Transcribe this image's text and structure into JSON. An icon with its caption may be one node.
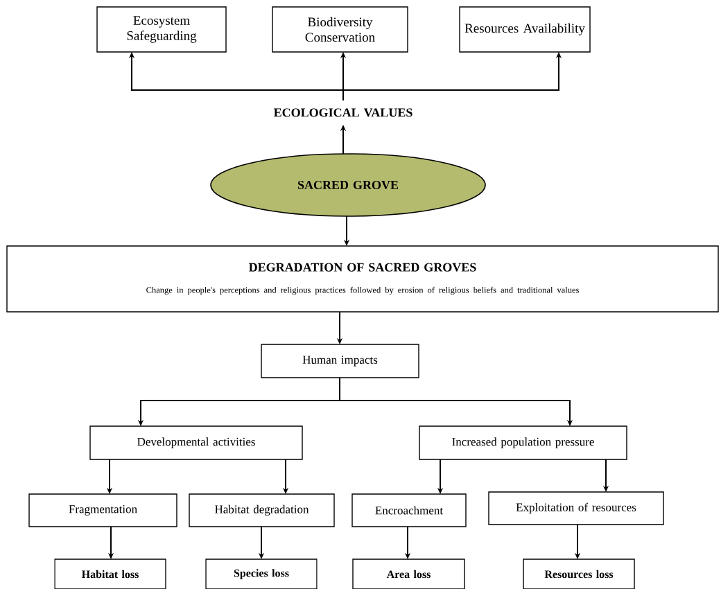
{
  "diagram": {
    "nodes": [
      {
        "text": [
          "Ecosystem Safeguarding"
        ]
      },
      {
        "text": [
          "Biodiversity Conservation"
        ]
      },
      {
        "text": [
          "Resources Availability"
        ]
      },
      {
        "text": [
          "ECOLOGICAL VALUES"
        ]
      },
      {
        "text": [
          "SACRED GROVE"
        ]
      },
      {
        "text": [
          "DEGRADATION OF SACRED GROVES",
          "Change in people's perceptions and religious practices followed by erosion of religious beliefs and traditional values"
        ]
      },
      {
        "text": [
          "Human impacts"
        ]
      },
      {
        "text": [
          "Developmental activities"
        ]
      },
      {
        "text": [
          "Increased population pressure"
        ]
      },
      {
        "text": [
          "Fragmentation"
        ]
      },
      {
        "text": [
          "Habitat degradation"
        ]
      },
      {
        "text": [
          "Encroachment"
        ]
      },
      {
        "text": [
          "Exploitation of resources"
        ]
      },
      {
        "text": [
          "Habitat loss"
        ]
      },
      {
        "text": [
          "Species loss"
        ]
      },
      {
        "text": [
          "Area loss"
        ]
      },
      {
        "text": [
          "Resources loss"
        ]
      }
    ],
    "edges": [
      {
        "from": 3,
        "to": 0,
        "arrow": "to"
      },
      {
        "from": 3,
        "to": 1,
        "arrow": "to"
      },
      {
        "from": 3,
        "to": 2,
        "arrow": "to"
      },
      {
        "from": 4,
        "to": 3,
        "arrow": "to"
      },
      {
        "from": 4,
        "to": 5,
        "arrow": "to"
      },
      {
        "from": 5,
        "to": 6,
        "arrow": "to"
      },
      {
        "from": 6,
        "to": 7,
        "arrow": "to"
      },
      {
        "from": 6,
        "to": 8,
        "arrow": "to"
      },
      {
        "from": 7,
        "to": 9,
        "arrow": "to"
      },
      {
        "from": 7,
        "to": 10,
        "arrow": "to"
      },
      {
        "from": 8,
        "to": 11,
        "arrow": "to"
      },
      {
        "from": 8,
        "to": 12,
        "arrow": "to"
      },
      {
        "from": 9,
        "to": 13,
        "arrow": "to"
      },
      {
        "from": 10,
        "to": 14,
        "arrow": "to"
      },
      {
        "from": 11,
        "to": 15,
        "arrow": "to"
      },
      {
        "from": 12,
        "to": 16,
        "arrow": "to"
      }
    ]
  }
}
